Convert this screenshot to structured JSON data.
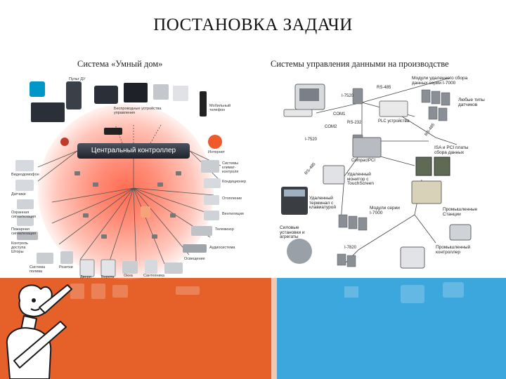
{
  "slide": {
    "title": "ПОСТАНОВКА ЗАДАЧИ",
    "left_caption": "Система «Умный дом»",
    "right_caption": "Системы управления данными на производстве"
  },
  "smart_home": {
    "controller_label": "Центральный контроллер",
    "labels_top": [
      "Пульт ДУ",
      "Мобильный телефон",
      "Беспроводные устройства управления",
      "Интернет"
    ],
    "labels_left": [
      "Видеодомофон",
      "Датчики",
      "Охранная сигнализация",
      "Пожарная сигнализация",
      "Контроль доступа",
      "Система полива",
      "Шторы"
    ],
    "labels_right": [
      "Системы климат-контроля",
      "Кондиционер",
      "Отопление",
      "Вентиляция",
      "Телевизор",
      "Аудиосистема",
      "Освещение"
    ],
    "labels_bottom": [
      "Розетки",
      "Двери",
      "Ворота",
      "Окна",
      "Сантехника"
    ]
  },
  "industrial": {
    "labels": [
      {
        "id": "i7520_top",
        "text": "I-7520"
      },
      {
        "id": "rs485",
        "text": "RS-485"
      },
      {
        "id": "remote_modules",
        "text": "Модули удаленного сбора данных серии I-7000"
      },
      {
        "id": "com1",
        "text": "COM1"
      },
      {
        "id": "rs232",
        "text": "RS-232"
      },
      {
        "id": "com2",
        "text": "COM2"
      },
      {
        "id": "plc",
        "text": "PLC устройства"
      },
      {
        "id": "any_sensors",
        "text": "Любые типы датчиков"
      },
      {
        "id": "i7520_mid",
        "text": "I-7520"
      },
      {
        "id": "compactpci",
        "text": "CompactPCI"
      },
      {
        "id": "rs485_top",
        "text": "RS-485"
      },
      {
        "id": "rs485_mid",
        "text": "RS-485"
      },
      {
        "id": "remote_monitor",
        "text": "Удаленный монитор с TouchScreen"
      },
      {
        "id": "isa_pci",
        "text": "ISA и PCI платы сбора данных"
      },
      {
        "id": "remote_terminal",
        "text": "Удаленный терминал с клавиатурой"
      },
      {
        "id": "i7000_modules",
        "text": "Модули серии I-7000"
      },
      {
        "id": "industrial_stations",
        "text": "Промышленные Станции"
      },
      {
        "id": "power_units",
        "text": "Силовые установки и агрегаты"
      },
      {
        "id": "i7820",
        "text": "I-7820"
      },
      {
        "id": "industrial_controller",
        "text": "Промышленный контроллер"
      }
    ]
  },
  "colors": {
    "band_orange": "#e6602a",
    "band_blue": "#3ba7dd",
    "glow_red": "#ff6b50"
  }
}
